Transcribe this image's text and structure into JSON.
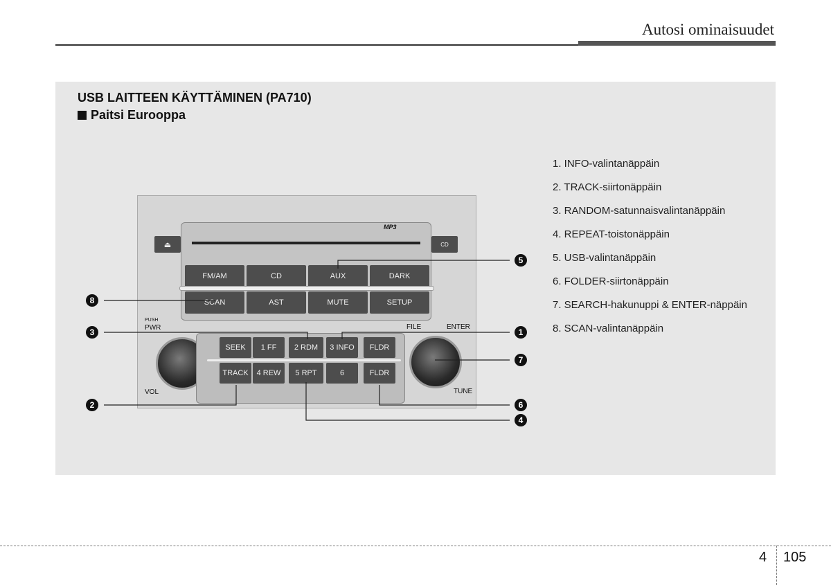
{
  "header": {
    "title": "Autosi ominaisuudet"
  },
  "section": {
    "title": "USB LAITTEEN KÄYTTÄMINEN (PA710)",
    "subtitle": "Paitsi Eurooppa"
  },
  "legend": [
    "1. INFO-valintanäppäin",
    "2. TRACK-siirtonäppäin",
    "3. RANDOM-satunnaisvalintanäppäin",
    "4. REPEAT-toistonäppäin",
    "5. USB-valintanäppäin",
    "6. FOLDER-siirtonäppäin",
    "7. SEARCH-hakunuppi & ENTER-näppäin",
    "8. SCAN-valintanäppäin"
  ],
  "radio": {
    "row1": [
      "FM/AM",
      "CD",
      "AUX",
      "DARK"
    ],
    "row2": [
      "SCAN",
      "AST",
      "MUTE",
      "SETUP"
    ],
    "preset_top": [
      "SEEK",
      "1  FF",
      "2 RDM",
      "3 INFO",
      "FLDR"
    ],
    "preset_bottom": [
      "TRACK",
      "4 REW",
      "5 RPT",
      "6",
      "FLDR"
    ],
    "labels": {
      "push": "PUSH",
      "pwr": "PWR",
      "vol": "VOL",
      "file": "FILE",
      "enter": "ENTER",
      "tune": "TUNE",
      "mp3": "MP3",
      "cd_small": "CD"
    }
  },
  "callouts": [
    "1",
    "2",
    "3",
    "4",
    "5",
    "6",
    "7",
    "8"
  ],
  "footer": {
    "chapter": "4",
    "page": "105"
  }
}
